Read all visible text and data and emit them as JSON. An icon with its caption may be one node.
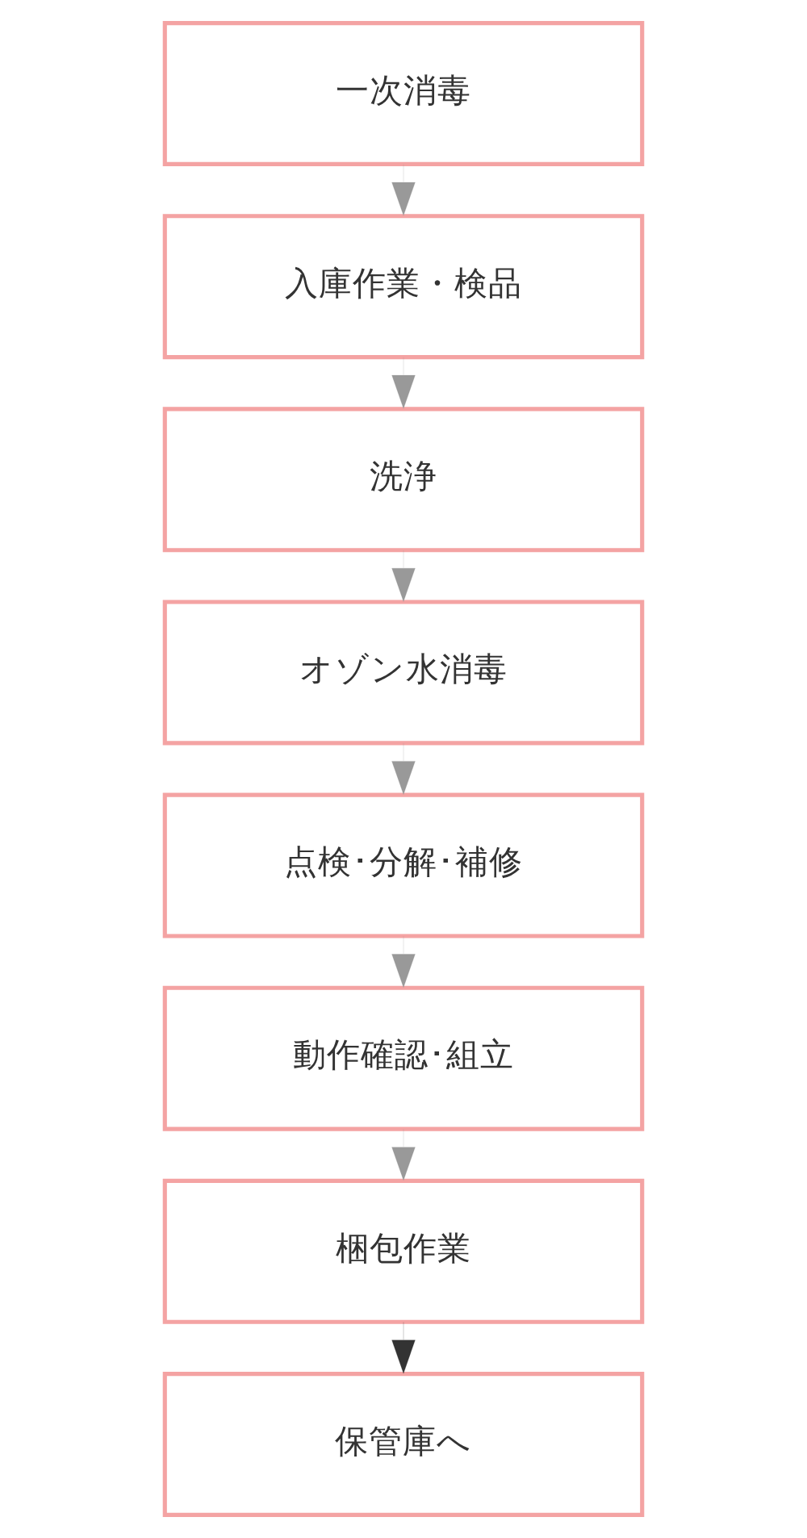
{
  "diagram": {
    "nodes": [
      {
        "text": [
          "一次消毒"
        ]
      },
      {
        "text": [
          "入庫作業・検品"
        ]
      },
      {
        "text": [
          "洗浄"
        ]
      },
      {
        "text": [
          "オゾン水消毒"
        ]
      },
      {
        "text": [
          "点検･分解･補修"
        ]
      },
      {
        "text": [
          "動作確認･組立"
        ]
      },
      {
        "text": [
          "梱包作業"
        ]
      },
      {
        "text": [
          "保管庫へ"
        ]
      }
    ],
    "edges": [
      {
        "from": 0,
        "to": 1,
        "arrow": "to"
      },
      {
        "from": 1,
        "to": 2,
        "arrow": "to"
      },
      {
        "from": 2,
        "to": 3,
        "arrow": "to"
      },
      {
        "from": 3,
        "to": 4,
        "arrow": "to"
      },
      {
        "from": 4,
        "to": 5,
        "arrow": "to"
      },
      {
        "from": 5,
        "to": 6,
        "arrow": "to"
      },
      {
        "from": 6,
        "to": 7,
        "arrow": "to",
        "color": "#333333"
      }
    ]
  }
}
